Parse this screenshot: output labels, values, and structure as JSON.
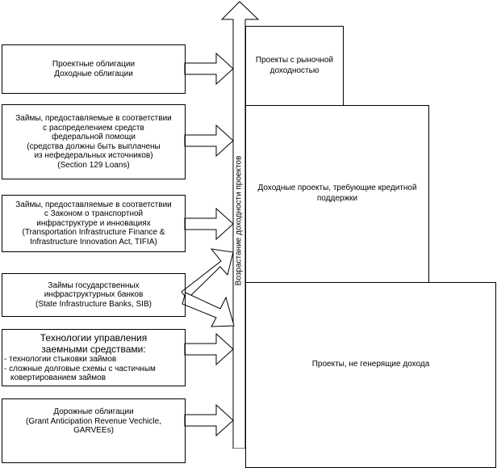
{
  "axis": {
    "label": "Возрастание доходности проектов"
  },
  "instruments": [
    {
      "lines": [
        "Проектные облигации",
        "Доходные облигации"
      ]
    },
    {
      "lines": [
        "Займы, предоставляемые в соответствии",
        "с распределением средств",
        "федеральной помощи",
        "(средства должны быть выплачены",
        "из нефедеральных источников)",
        "(Section 129 Loans)"
      ]
    },
    {
      "lines": [
        "Займы, предоставляемые в соответствии",
        "с Законом о транспортной",
        "инфраструктуре и инновациях",
        "(Transportation Infrastructure Finance &",
        "Infrastructure Innovation Act, TIFIA)"
      ]
    },
    {
      "lines": [
        "Займы государственных",
        "инфраструктурных банков",
        "(State Infrastructure Banks, SIB)"
      ]
    },
    {
      "title": [
        "Технологии управления",
        "заемными средствами:"
      ],
      "items": [
        "- технологии стыковки займов",
        "- сложные долговые схемы с частичным"
      ],
      "continuation": "ковертированием займов"
    },
    {
      "lines": [
        "Дорожные облигации",
        "(Grant Anticipation Revenue Vechicle,",
        "GARVEEs)"
      ]
    }
  ],
  "project_types": [
    {
      "lines": [
        "Проекты с рыночной",
        "доходностью"
      ]
    },
    {
      "lines": [
        "Доходные проекты, требующие кредитной",
        "поддержки"
      ]
    },
    {
      "lines": [
        "Проекты, не генерящие дохода"
      ]
    }
  ]
}
